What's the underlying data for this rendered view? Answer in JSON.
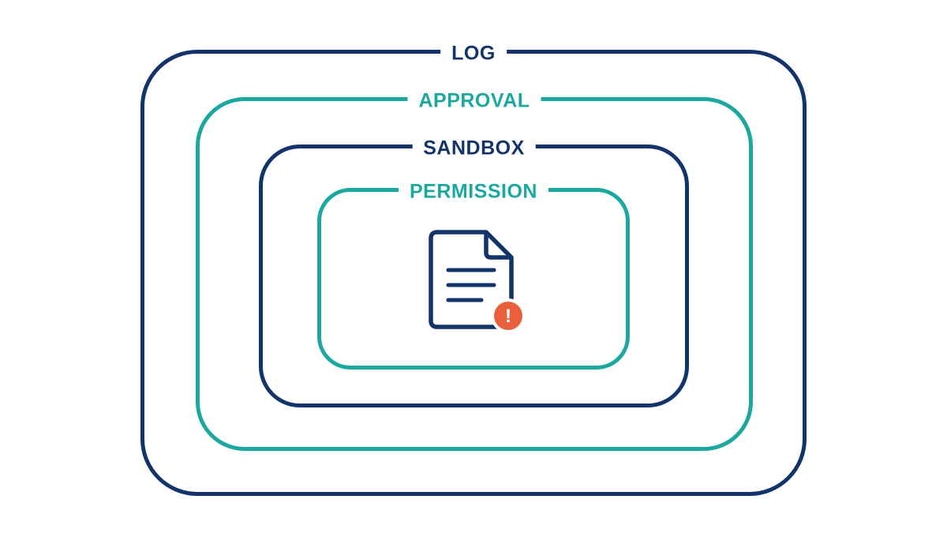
{
  "colors": {
    "navy": "#12346b",
    "teal": "#1ba89f",
    "alert": "#e8613c",
    "background": "#ffffff"
  },
  "layers": [
    {
      "label": "LOG",
      "color": "#12346b"
    },
    {
      "label": "APPROVAL",
      "color": "#1ba89f"
    },
    {
      "label": "SANDBOX",
      "color": "#12346b"
    },
    {
      "label": "PERMISSION",
      "color": "#1ba89f"
    }
  ],
  "center_icon": {
    "icon": "document-icon",
    "badge_icon": "alert-icon",
    "badge_symbol": "!"
  }
}
